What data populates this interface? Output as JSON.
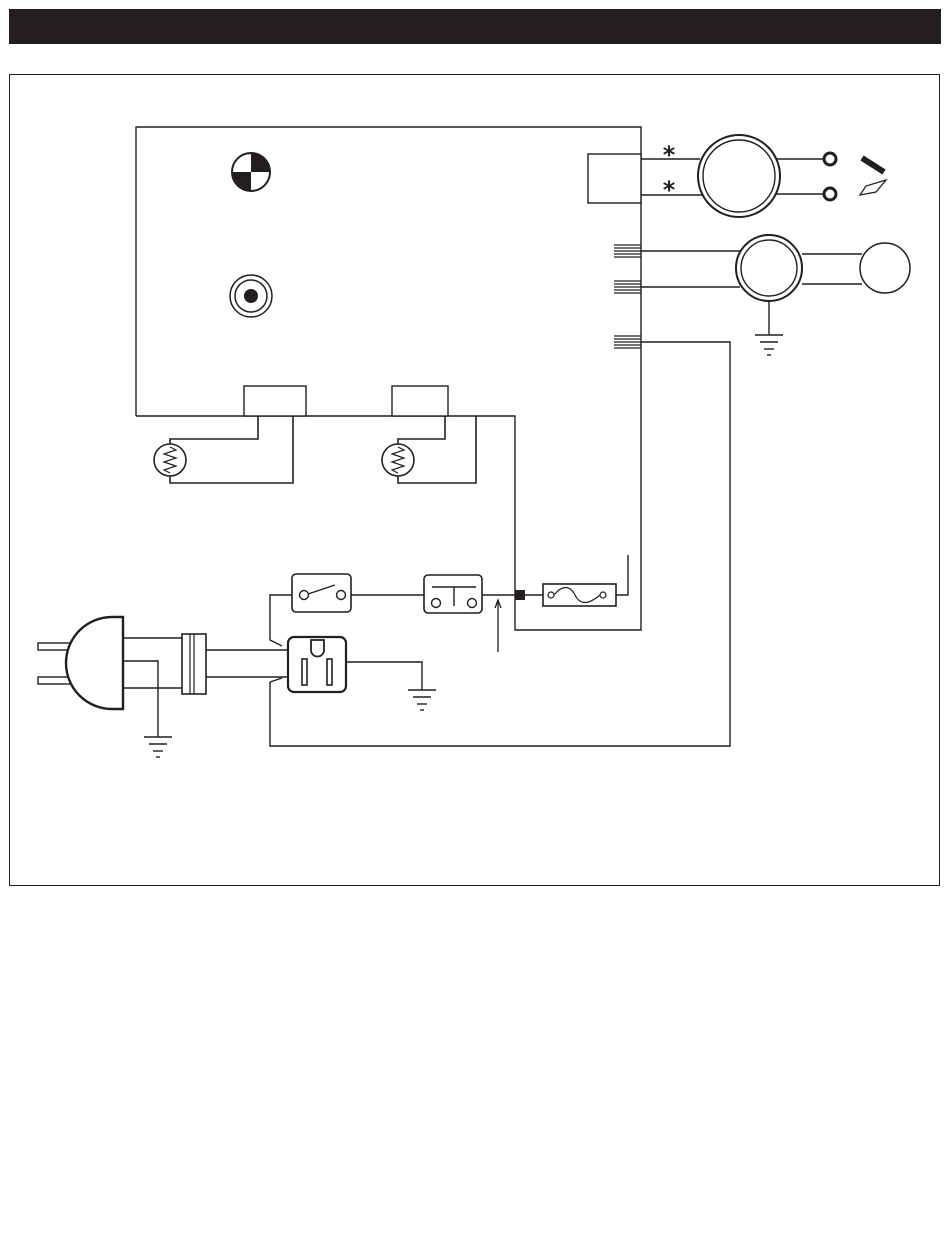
{
  "header": {
    "title": ""
  },
  "diagram": {
    "colors": {
      "ink": "#231f20",
      "background": "#ffffff",
      "header": "#231f20"
    },
    "motor_terminal_marks": [
      "*",
      "*"
    ],
    "components": [
      "control-board",
      "display-indicator",
      "led-indicator",
      "sensor-connector-1",
      "sensor-connector-2",
      "thermistor-1",
      "thermistor-2",
      "compressor-motor",
      "fan-motor",
      "capacitor",
      "switch",
      "relay",
      "fuse",
      "power-plug",
      "filter",
      "outlet",
      "ground"
    ]
  }
}
